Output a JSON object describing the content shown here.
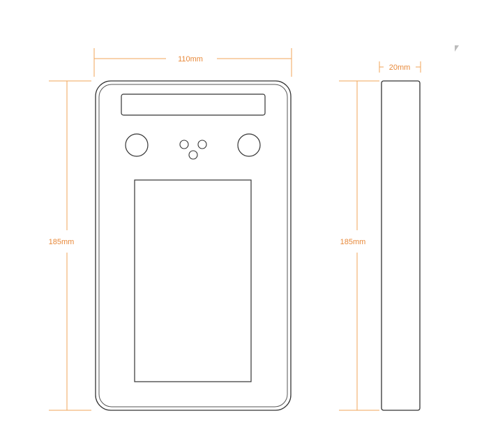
{
  "dimensions": {
    "front_width": "110mm",
    "front_height": "185mm",
    "side_depth": "20mm",
    "side_height": "185mm"
  },
  "colors": {
    "dimension_line": "#f2a65a",
    "dimension_text": "#e8893a",
    "outline": "#333333",
    "background": "#ffffff"
  }
}
